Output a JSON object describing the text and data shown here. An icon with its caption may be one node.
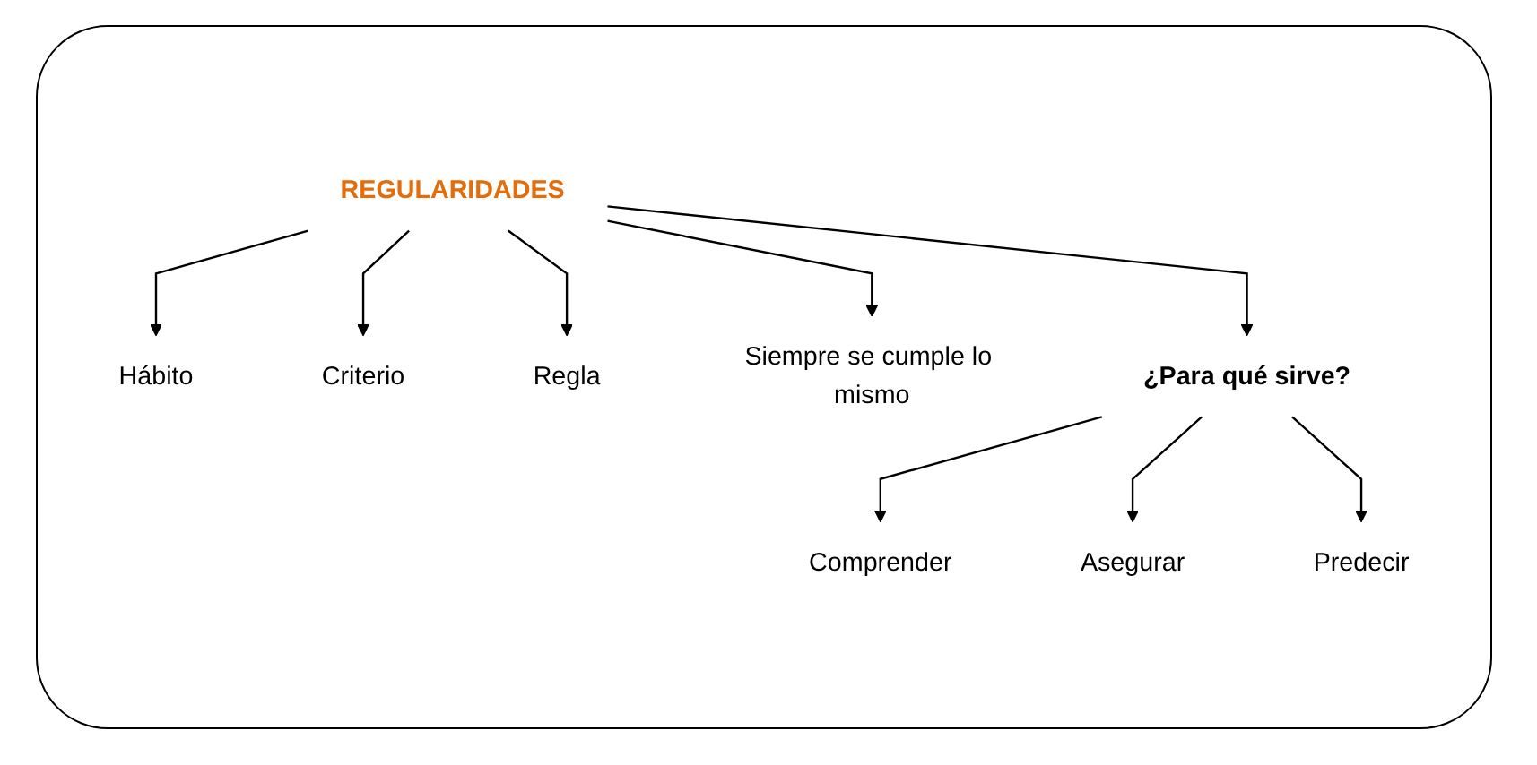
{
  "diagram": {
    "nodes": [
      {
        "text": [
          "REGULARIDADES"
        ]
      },
      {
        "text": [
          "Hábito"
        ]
      },
      {
        "text": [
          "Criterio"
        ]
      },
      {
        "text": [
          "Regla"
        ]
      },
      {
        "text": [
          "Siempre se cumple lo mismo"
        ]
      },
      {
        "text": [
          "¿Para qué sirve?"
        ]
      },
      {
        "text": [
          "Comprender"
        ]
      },
      {
        "text": [
          "Asegurar"
        ]
      },
      {
        "text": [
          "Predecir"
        ]
      }
    ],
    "edges": [
      {
        "from": 0,
        "to": 1,
        "arrow": "to"
      },
      {
        "from": 0,
        "to": 2,
        "arrow": "to"
      },
      {
        "from": 0,
        "to": 3,
        "arrow": "to"
      },
      {
        "from": 0,
        "to": 4,
        "arrow": "to"
      },
      {
        "from": 0,
        "to": 5,
        "arrow": "to"
      },
      {
        "from": 5,
        "to": 6,
        "arrow": "to"
      },
      {
        "from": 5,
        "to": 7,
        "arrow": "to"
      },
      {
        "from": 5,
        "to": 8,
        "arrow": "to"
      }
    ]
  }
}
